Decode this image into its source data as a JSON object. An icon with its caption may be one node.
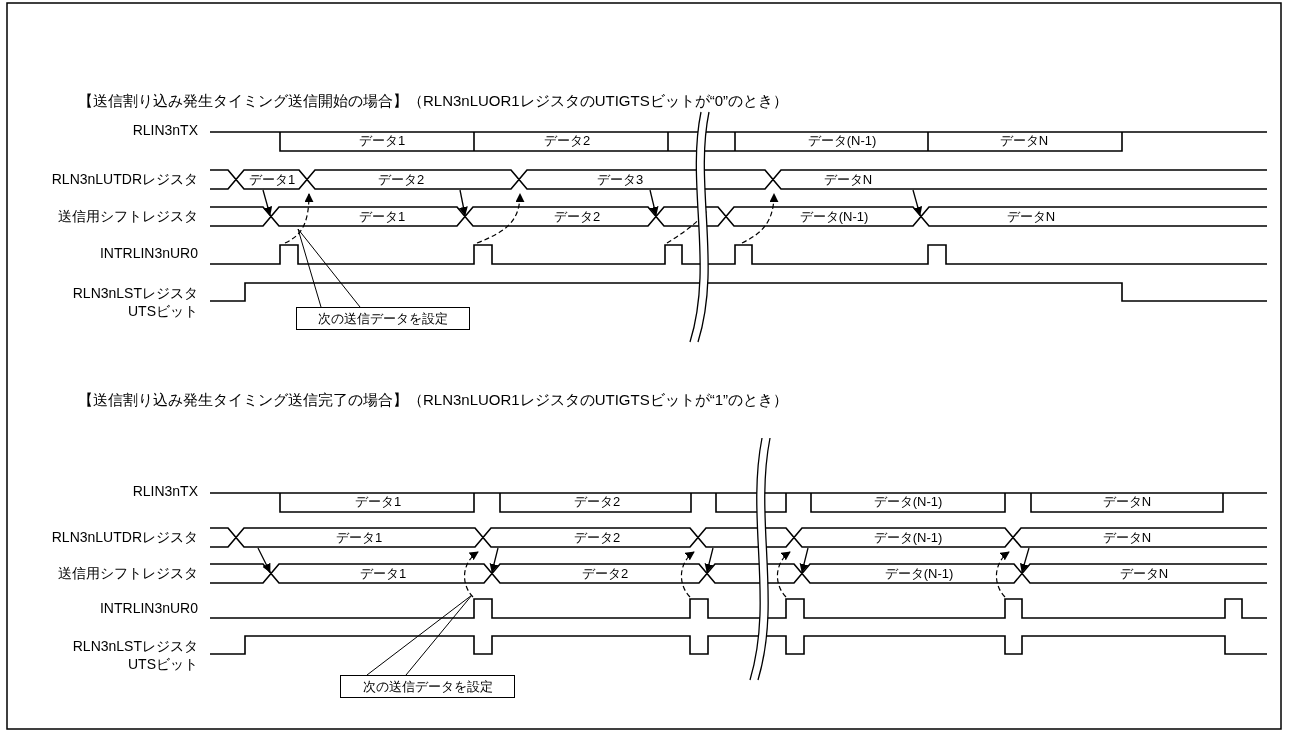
{
  "diagram": {
    "nodes": [
      {
        "text": [
          "次の送信データを設定"
        ]
      },
      {
        "text": [
          "次の送信データを設定"
        ]
      }
    ],
    "edges": [
      {
        "from": 0,
        "to": null,
        "arrow": "none"
      },
      {
        "from": 0,
        "to": null,
        "arrow": "none"
      },
      {
        "from": 1,
        "to": null,
        "arrow": "none"
      },
      {
        "from": 1,
        "to": null,
        "arrow": "none"
      }
    ],
    "labels": [
      "【送信割り込み発生タイミング送信開始の場合】（RLN3nLUOR1レジスタのUTIGTSビットが“0”のとき）",
      "RLIN3nTX",
      "データ1",
      "データ2",
      "データ(N-1)",
      "データN",
      "RLN3nLUTDRレジスタ",
      "データ1",
      "データ2",
      "データ3",
      "データN",
      "送信用シフトレジスタ",
      "データ1",
      "データ2",
      "データ(N-1)",
      "データN",
      "INTRLIN3nUR0",
      "RLN3nLSTレジスタ UTSビット",
      "【送信割り込み発生タイミング送信完了の場合】（RLN3nLUOR1レジスタのUTIGTSビットが“1”のとき）",
      "RLIN3nTX",
      "データ1",
      "データ2",
      "データ(N-1)",
      "データN",
      "RLN3nLUTDRレジスタ",
      "データ1",
      "データ2",
      "データ(N-1)",
      "データN",
      "送信用シフトレジスタ",
      "データ1",
      "データ2",
      "データ(N-1)",
      "データN",
      "INTRLIN3nUR0",
      "RLN3nLSTレジスタ UTSビット"
    ]
  }
}
